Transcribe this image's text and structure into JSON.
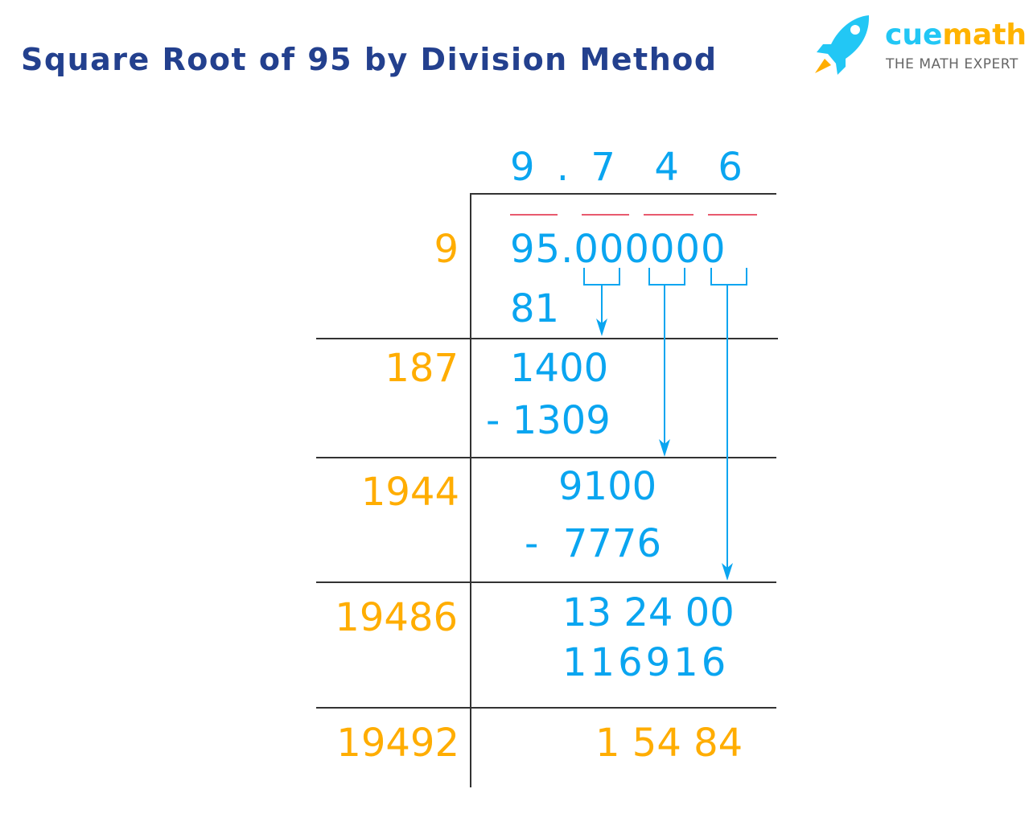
{
  "title": "Square Root of 95 by Division Method",
  "logo": {
    "brand_part1": "cue",
    "brand_part2": "math",
    "tagline": "THE MATH EXPERT",
    "icon": "rocket-icon"
  },
  "colors": {
    "blue": "#0aa5f0",
    "orange": "#ffad00",
    "title": "#23408e",
    "red": "#e85a6e"
  },
  "quotient": "9 . 7  4  6",
  "dividend": "95.000000",
  "divisors": [
    "9",
    "187",
    "1944",
    "19486",
    "19492"
  ],
  "steps": {
    "s1": "81",
    "s2": "1400",
    "s3": "- 1309",
    "s4": "9100",
    "s5": "-  7776",
    "s6": "13 24 00",
    "s7": "116916",
    "remainder": "1 54 84"
  }
}
